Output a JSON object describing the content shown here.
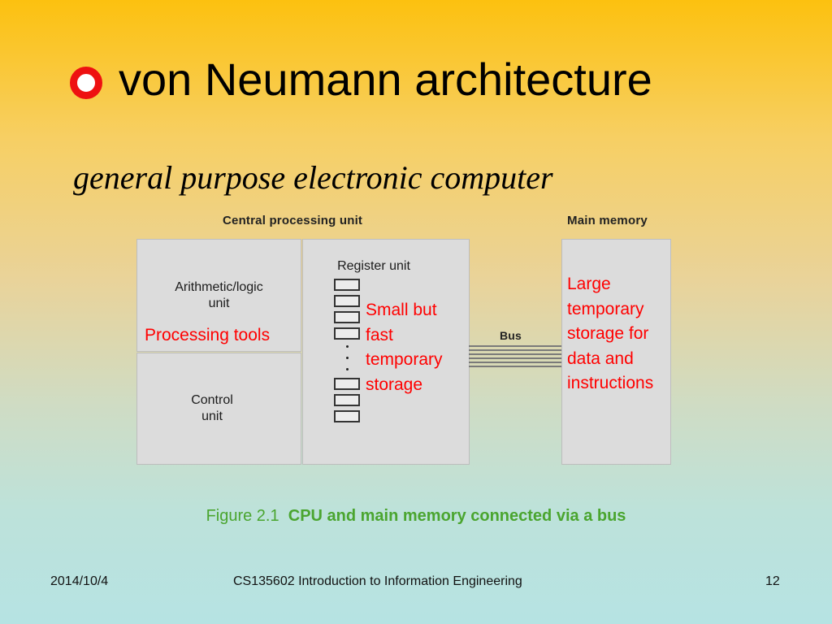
{
  "slide": {
    "title": "von Neumann architecture",
    "subtitle": "general purpose electronic computer"
  },
  "diagram": {
    "cpu_header": "Central processing unit",
    "memory_header": "Main memory",
    "alu_label_line1": "Arithmetic/logic",
    "alu_label_line2": "unit",
    "alu_note": "Processing tools",
    "control_label_line1": "Control",
    "control_label_line2": "unit",
    "register_label": "Register unit",
    "register_note": [
      "Small but",
      "fast",
      "temporary",
      "storage"
    ],
    "bus_label": "Bus",
    "memory_note": [
      "Large",
      "temporary",
      "storage for",
      "data and",
      "instructions"
    ]
  },
  "caption": {
    "prefix": "Figure 2.1",
    "text": "CPU and main memory connected via a bus"
  },
  "footer": {
    "date": "2014/10/4",
    "course": "CS135602 Introduction to Information Engineering",
    "page": "12"
  },
  "colors": {
    "bullet": "#ee1111",
    "note_red": "#ff0000",
    "caption_green": "#4aa52f"
  }
}
